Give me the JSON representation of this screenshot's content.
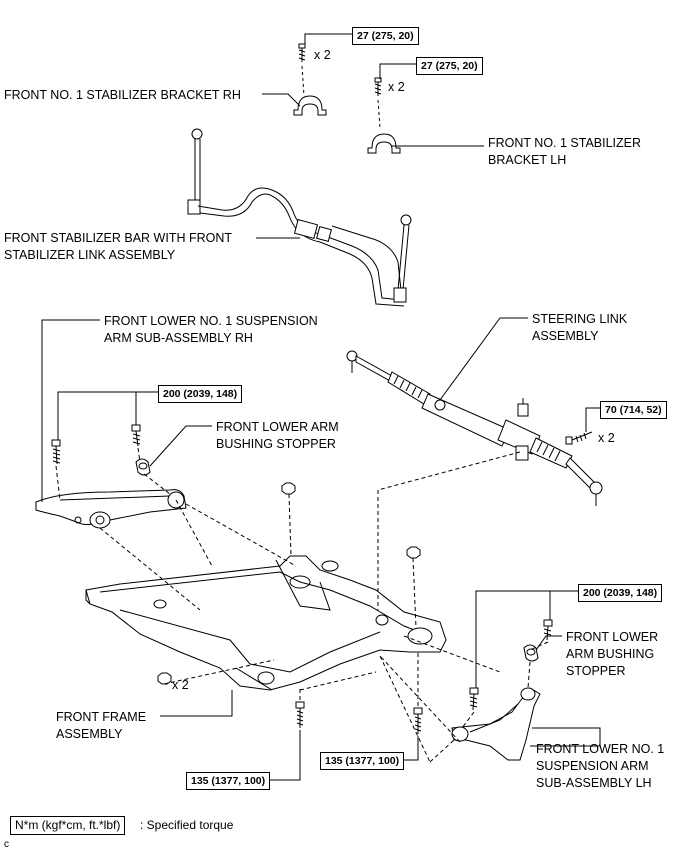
{
  "labels": {
    "stab_bracket_rh": "FRONT NO. 1 STABILIZER BRACKET RH",
    "stab_bracket_lh_1": "FRONT NO. 1 STABILIZER",
    "stab_bracket_lh_2": "BRACKET LH",
    "stab_bar_1": "FRONT STABILIZER BAR WITH FRONT",
    "stab_bar_2": "STABILIZER LINK ASSEMBLY",
    "lower_arm_rh_1": "FRONT LOWER NO. 1 SUSPENSION",
    "lower_arm_rh_2": "ARM SUB-ASSEMBLY RH",
    "steering_link_1": "STEERING LINK",
    "steering_link_2": "ASSEMBLY",
    "bush_stopper_rh_1": "FRONT LOWER ARM",
    "bush_stopper_rh_2": "BUSHING STOPPER",
    "bush_stopper_lh_1": "FRONT LOWER",
    "bush_stopper_lh_2": "ARM BUSHING",
    "bush_stopper_lh_3": "STOPPER",
    "frame_1": "FRONT FRAME",
    "frame_2": "ASSEMBLY",
    "lower_arm_lh_1": "FRONT LOWER NO. 1",
    "lower_arm_lh_2": "SUSPENSION ARM",
    "lower_arm_lh_3": "SUB-ASSEMBLY LH"
  },
  "torques": {
    "t_bracket_rh": "27 (275, 20)",
    "t_bracket_lh": "27 (275, 20)",
    "t_arm_rh": "200 (2039, 148)",
    "t_steering": "70 (714, 52)",
    "t_arm_lh": "200 (2039, 148)",
    "t_frame_left": "135 (1377, 100)",
    "t_frame_right": "135 (1377, 100)"
  },
  "quantities": {
    "q_bracket_rh": "x 2",
    "q_bracket_lh": "x 2",
    "q_steering": "x 2",
    "q_frame_nut": "x 2"
  },
  "legend": {
    "unit": "N*m (kgf*cm, ft.*lbf)",
    "text": ": Specified torque"
  },
  "corner_mark": "c"
}
